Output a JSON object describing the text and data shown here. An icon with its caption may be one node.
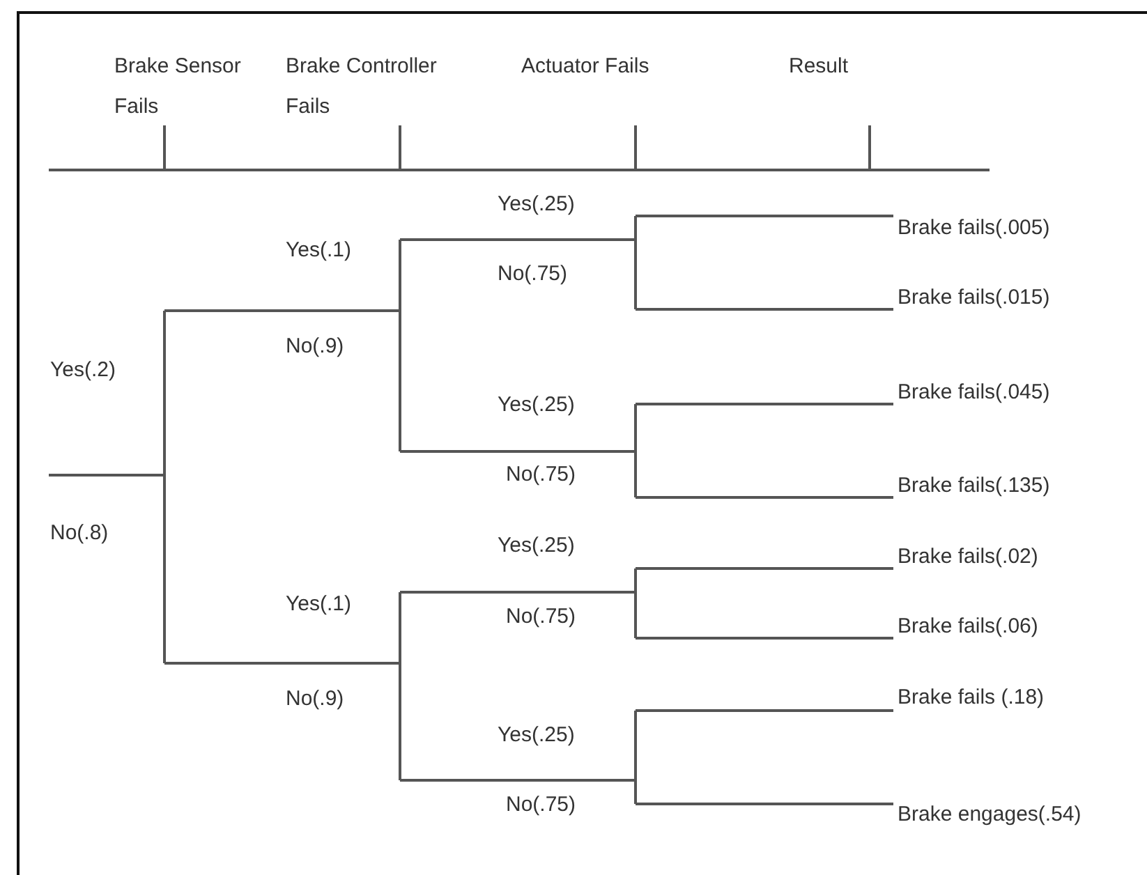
{
  "diagram": {
    "nodes": [
      {
        "text": [
          "Brake fails(.005)"
        ]
      },
      {
        "text": [
          "Brake fails(.015)"
        ]
      },
      {
        "text": [
          "Brake fails(.045)"
        ]
      },
      {
        "text": [
          "Brake fails(.135)"
        ]
      },
      {
        "text": [
          "Brake fails(.02)"
        ]
      },
      {
        "text": [
          "Brake fails(.06)"
        ]
      },
      {
        "text": [
          "Brake fails (.18)"
        ]
      },
      {
        "text": [
          "Brake engages(.54)"
        ]
      }
    ],
    "edges": [
      {
        "from": null,
        "to": 0,
        "arrow": "none"
      },
      {
        "from": null,
        "to": 1,
        "arrow": "none"
      },
      {
        "from": null,
        "to": 2,
        "arrow": "none"
      },
      {
        "from": null,
        "to": 3,
        "arrow": "none"
      },
      {
        "from": null,
        "to": 4,
        "arrow": "none"
      },
      {
        "from": null,
        "to": 5,
        "arrow": "none"
      },
      {
        "from": null,
        "to": 6,
        "arrow": "none"
      },
      {
        "from": null,
        "to": 7,
        "arrow": "none"
      }
    ],
    "labels": [
      "Brake Sensor Fails",
      "Brake Controller Fails",
      "Actuator Fails",
      "Result",
      "Yes(.25)",
      "Yes(.1)",
      "No(.75)",
      "No(.9)",
      "Yes(.2)",
      "Yes(.25)",
      "No(.75)",
      "No(.8)",
      "Yes(.25)",
      "Yes(.1)",
      "No(.75)",
      "No(.9)",
      "Yes(.25)",
      "No(.75)"
    ]
  }
}
